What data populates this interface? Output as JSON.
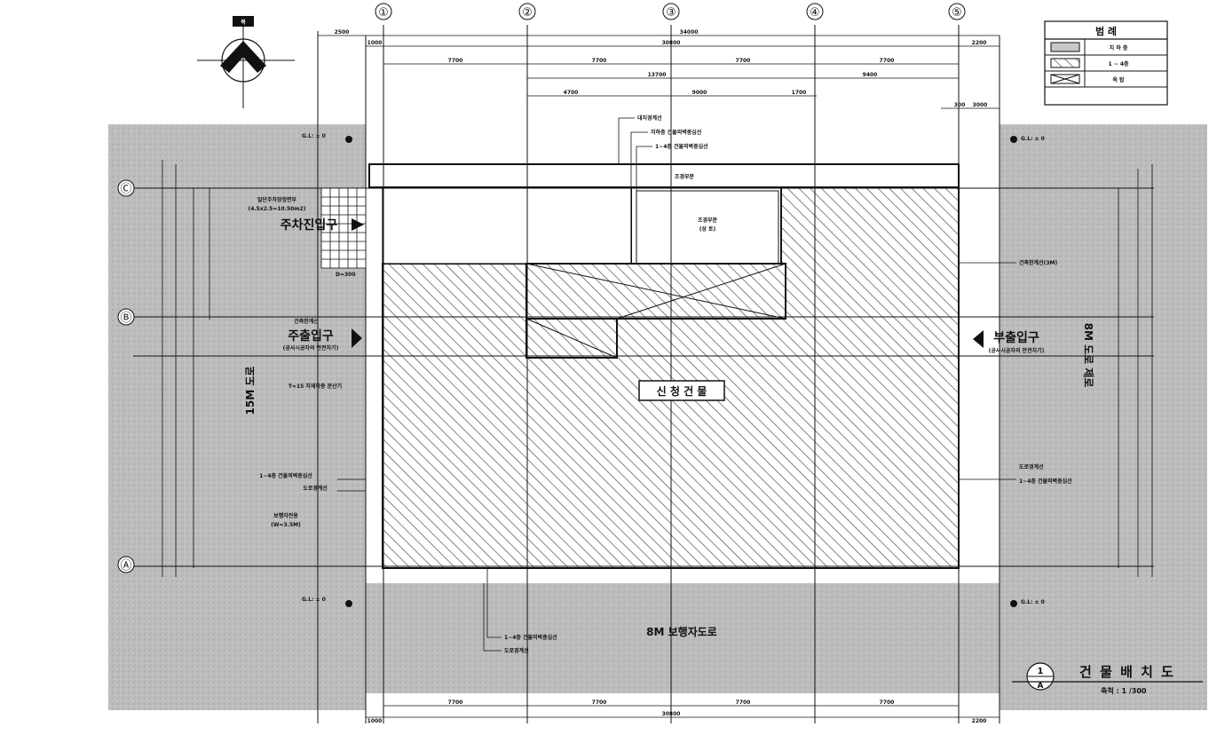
{
  "title": "건 물 배 치 도",
  "scale": "축척 : 1 /300",
  "drawing_no": "1",
  "drawing_sub": "A",
  "north_label": "북",
  "legend": {
    "title": "범 례",
    "items": [
      {
        "label": "지 하 층"
      },
      {
        "label": "1 ~ 4층"
      },
      {
        "label": "옥 탑"
      }
    ]
  },
  "grid_columns": [
    "①",
    "②",
    "③",
    "④",
    "⑤"
  ],
  "grid_rows": [
    "Ⓒ",
    "Ⓑ",
    "Ⓐ"
  ],
  "dims_top": {
    "overall": "34000",
    "left_offset": "2500",
    "inner_total": "30800",
    "left_small": "1000",
    "right_small": "2200",
    "bays": [
      "7700",
      "7700",
      "7700",
      "7700"
    ],
    "d13700": "13700",
    "d9400": "9400",
    "d4700": "4700",
    "d9000": "9000",
    "d1700": "1700",
    "d300": "300",
    "d3000": "3000"
  },
  "dims_bottom": {
    "bays": [
      "7700",
      "7700",
      "7700",
      "7700"
    ],
    "inner_total": "30800",
    "left_small": "1000",
    "right_small": "2200"
  },
  "labels": {
    "site_line": "대지경계선",
    "basement_wall": "지하층 건물외벽중심선",
    "floors_wall": "1~4층 건물외벽중심선",
    "landscape_top": "조경부분",
    "landscape_center": "조경부분",
    "landscape_center_sub": "(성 토)",
    "building": "신 청 건 물",
    "parking_space": "일단주차장정면부",
    "parking_area": "(4.5x2.5=10.50m2)",
    "parking_entrance": "주차진입구",
    "d300": "D=300",
    "main_entrance": "주출입구",
    "main_entrance_sub": "(공사시공자의 안전차기)",
    "building_line_left": "건축한계선",
    "t15": "T=15 자재하중 분산기",
    "sidewalk_left": "보행자전용",
    "sidewalk_left_sub": "(W=3.5M)",
    "floors_wall_left": "1~4층 건물외벽중심선",
    "road_line_left": "도로경계선",
    "sub_entrance": "부출입구",
    "sub_entrance_sub": "(공사시공자의 안전차기)",
    "building_line_right": "건축한계선(3M)",
    "road_line_right": "도로경계선",
    "floors_wall_right": "1~4층 건물외벽중심선",
    "floors_wall_bottom": "1~4층 건물외벽중심선",
    "road_line_bottom": "도로경계선",
    "gl_tl": "G.L: ± 0",
    "gl_tr": "G.L: ± 0",
    "gl_bl": "G.L: ± 0",
    "gl_br": "G.L: ± 0",
    "road_left": "15M 도로",
    "road_right": "8M 도로 제로",
    "road_bottom": "8M 보행자도로"
  },
  "colors": {
    "road": "#bdbdbd",
    "hatch": "#444444",
    "line": "#111111"
  }
}
